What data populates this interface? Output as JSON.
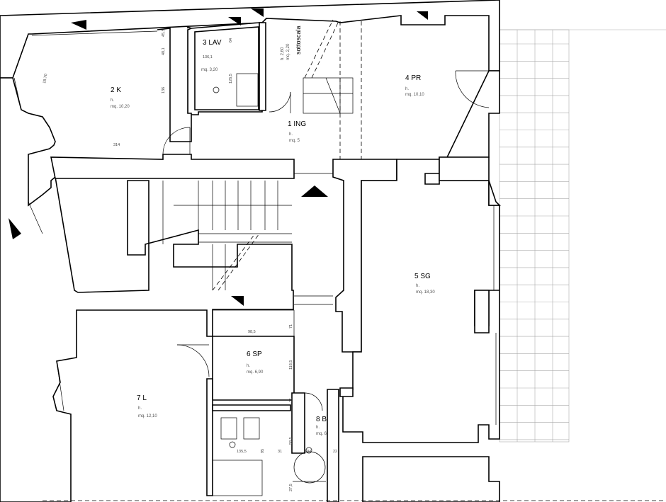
{
  "rooms": [
    {
      "id": "2k",
      "name": "2 K",
      "h": "h.",
      "mq": "mq. 10,20"
    },
    {
      "id": "3lav",
      "name": "3 LAV",
      "h": "",
      "mq": "mq. 3,20"
    },
    {
      "id": "1ing",
      "name": "1 ING",
      "h": "h.",
      "mq": "mq. 5"
    },
    {
      "id": "4pr",
      "name": "4 PR",
      "h": "h.",
      "mq": "mq. 10,10"
    },
    {
      "id": "5sg",
      "name": "5 SG",
      "h": "h.",
      "mq": "mq. 18,30"
    },
    {
      "id": "6sp",
      "name": "6 SP",
      "h": "h.",
      "mq": "mq. 6,90"
    },
    {
      "id": "7l",
      "name": "7 L",
      "h": "h.",
      "mq": "mq. 12,10"
    },
    {
      "id": "8b",
      "name": "8 B",
      "h": "h.",
      "mq": "mq. 6"
    }
  ],
  "stair": {
    "label": "sottoscala",
    "h": "h. 2,60",
    "mq": "mq. 2,20"
  },
  "dimensions": {
    "d314": "314",
    "d136": "136",
    "d481": "48,1",
    "d455": "45,5",
    "d1361": "136,1",
    "d64": "64",
    "d1265": "126,5",
    "d1870": "18,70",
    "d985": "98,5",
    "d71": "71",
    "d1165": "116,5",
    "d31a": "31",
    "d1355": "135,5",
    "d95": "95",
    "d31b": "31",
    "d104": "104",
    "d225": "22",
    "d585": "58,5",
    "d275": "27,5"
  }
}
